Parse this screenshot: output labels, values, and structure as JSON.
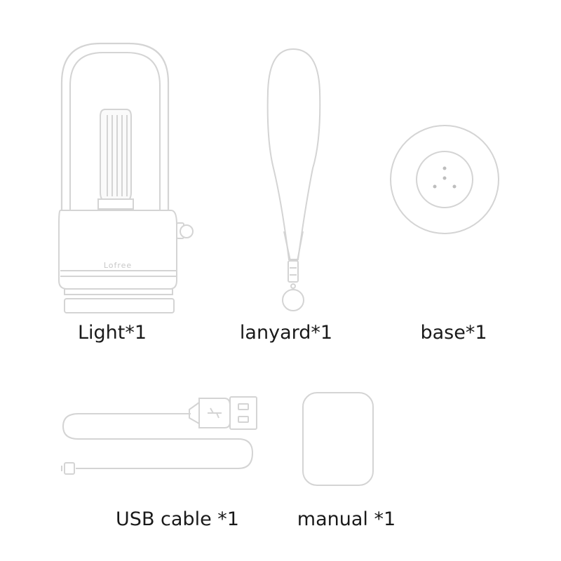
{
  "items": [
    {
      "key": "light",
      "label": "Light*1",
      "icon": "lamp-icon"
    },
    {
      "key": "lanyard",
      "label": "lanyard*1",
      "icon": "lanyard-icon"
    },
    {
      "key": "base",
      "label": "base*1",
      "icon": "base-icon"
    },
    {
      "key": "usb",
      "label": "USB cable *1",
      "icon": "usb-cable-icon"
    },
    {
      "key": "manual",
      "label": "manual *1",
      "icon": "manual-icon"
    }
  ],
  "lamp_brand": "Lofree",
  "colors": {
    "outline": "#d8d8d8",
    "outline_dark": "#c8c8c8",
    "text": "#1a1a1a",
    "background": "#ffffff"
  }
}
